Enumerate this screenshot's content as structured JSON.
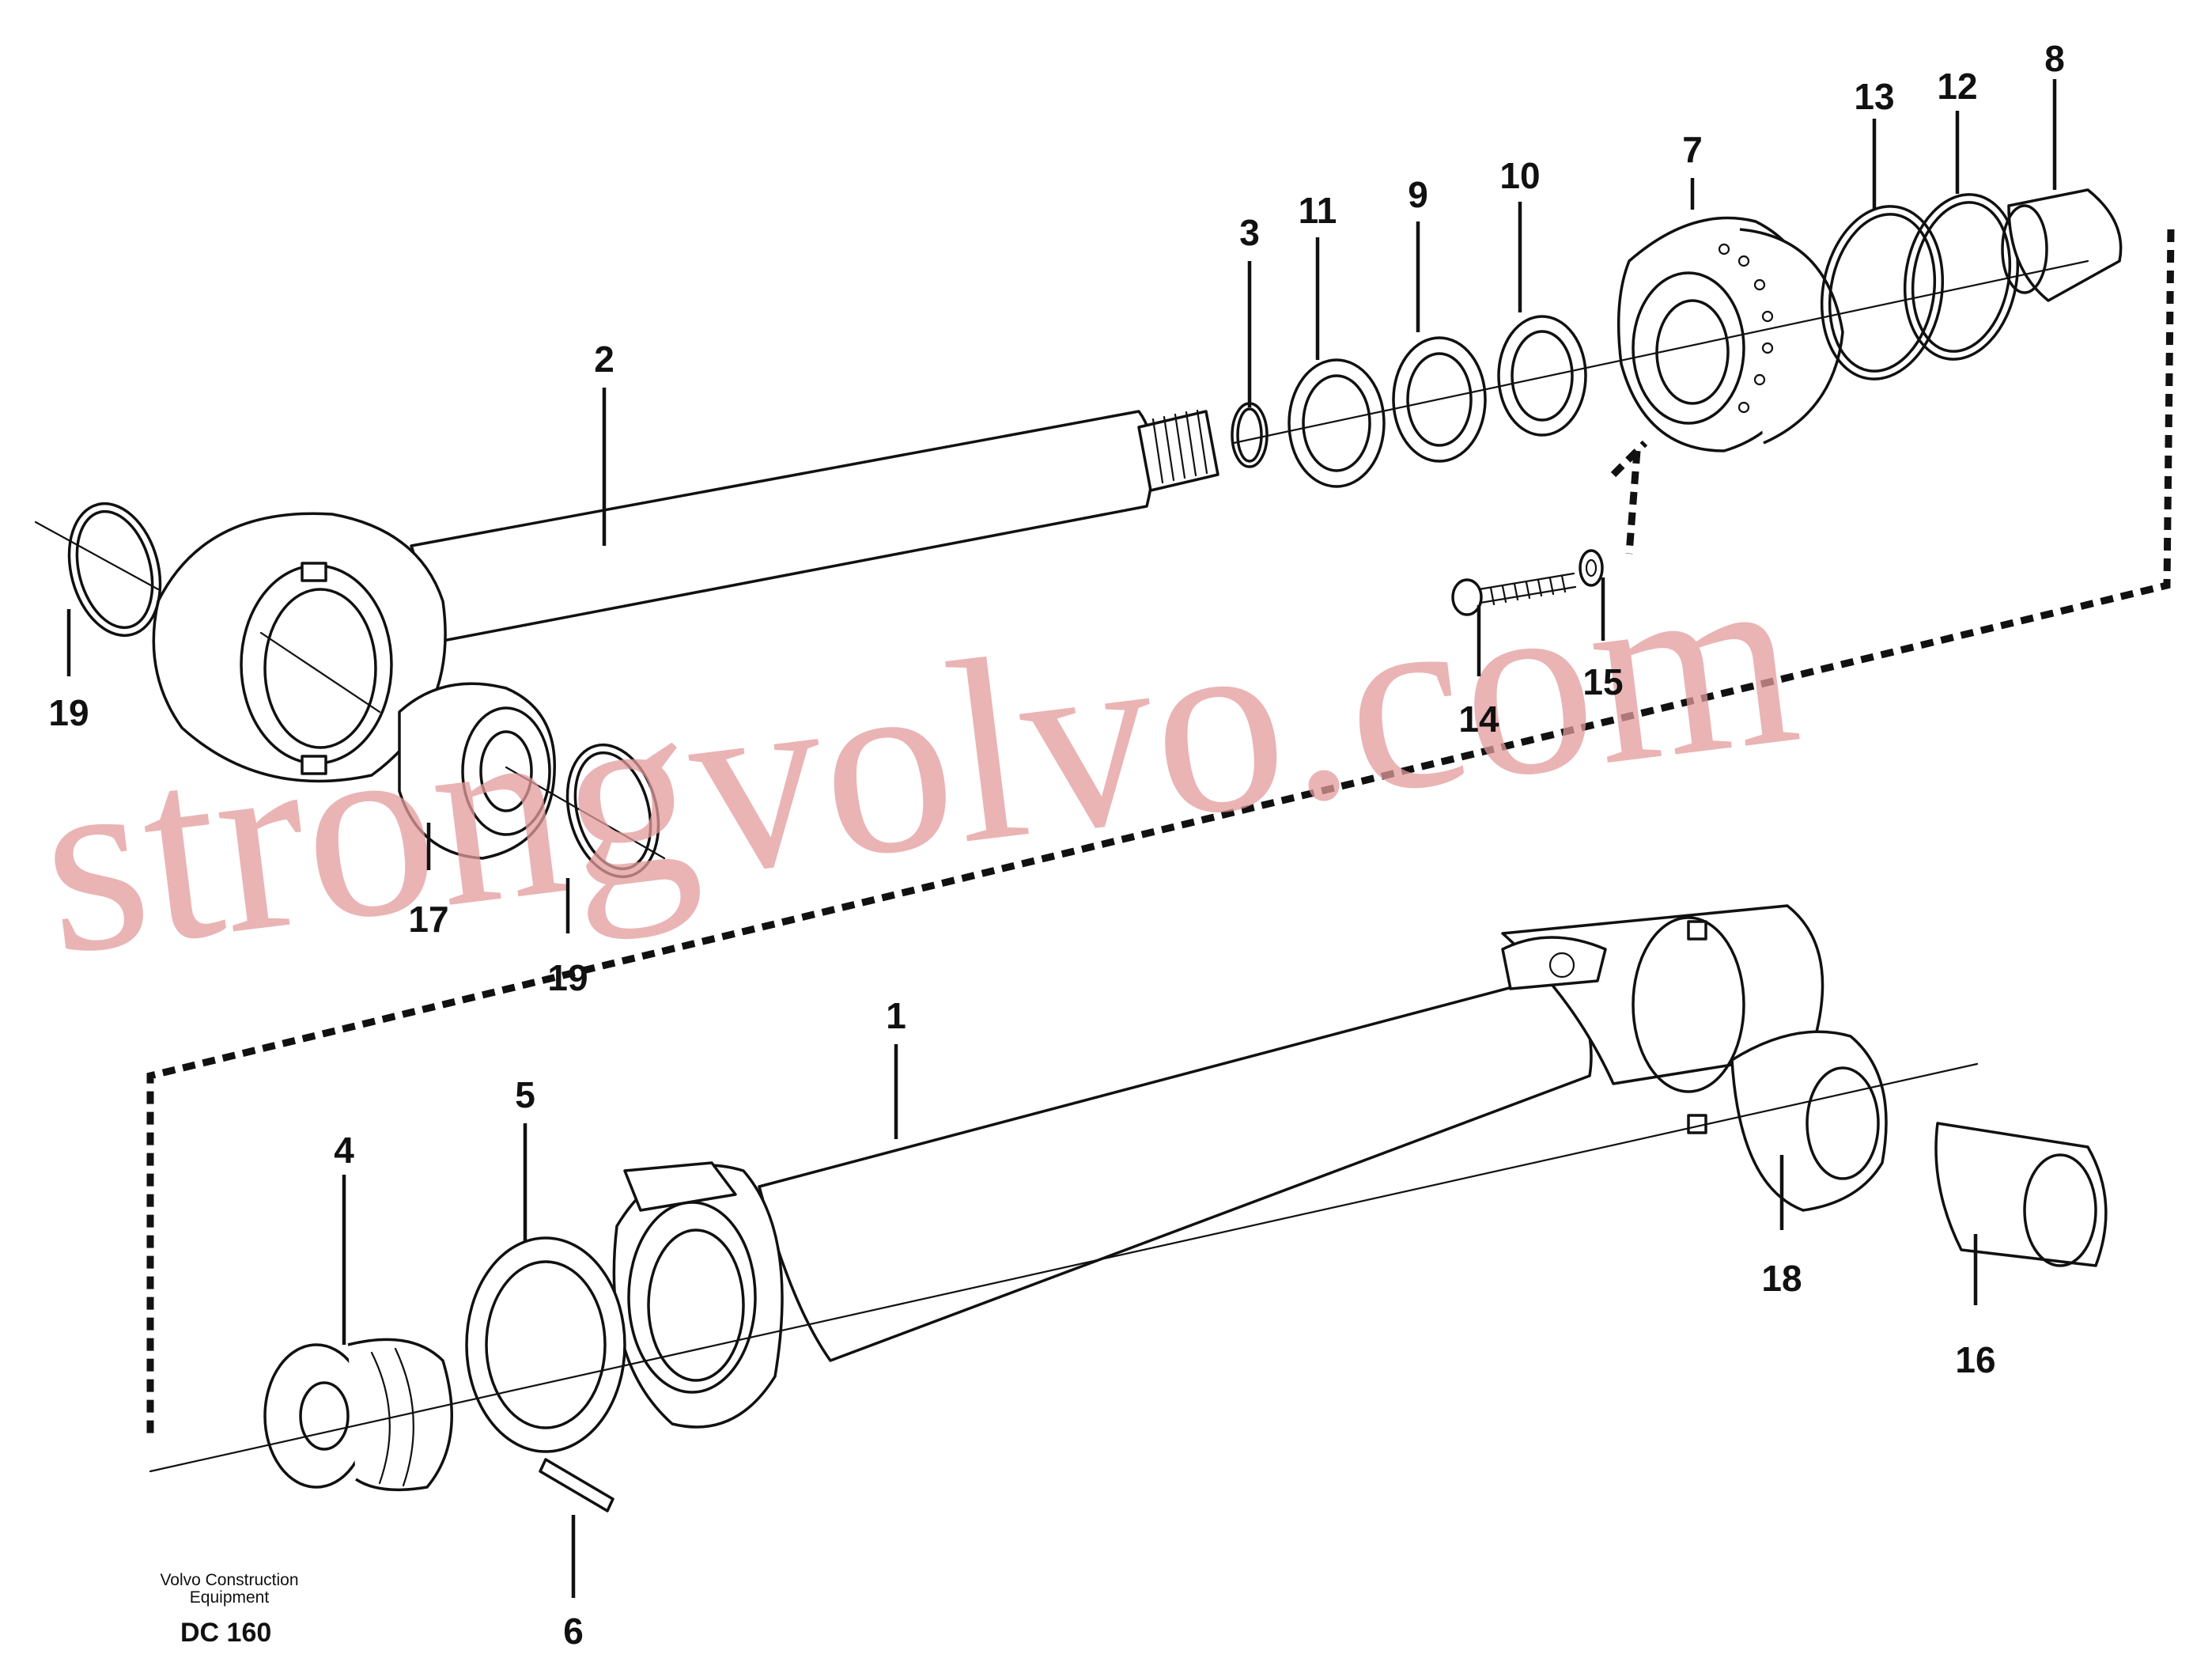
{
  "footer": {
    "publisher_line1": "Volvo Construction",
    "publisher_line2": "Equipment",
    "diagram_code": "DC 160"
  },
  "watermark": "strongvolvo.com",
  "callouts": {
    "c1": "1",
    "c2": "2",
    "c3": "3",
    "c4": "4",
    "c5": "5",
    "c6": "6",
    "c7": "7",
    "c8": "8",
    "c9": "9",
    "c10": "10",
    "c11": "11",
    "c12": "12",
    "c13": "13",
    "c14": "14",
    "c15": "15",
    "c16": "16",
    "c17": "17",
    "c18": "18",
    "c19a": "19",
    "c19b": "19"
  }
}
